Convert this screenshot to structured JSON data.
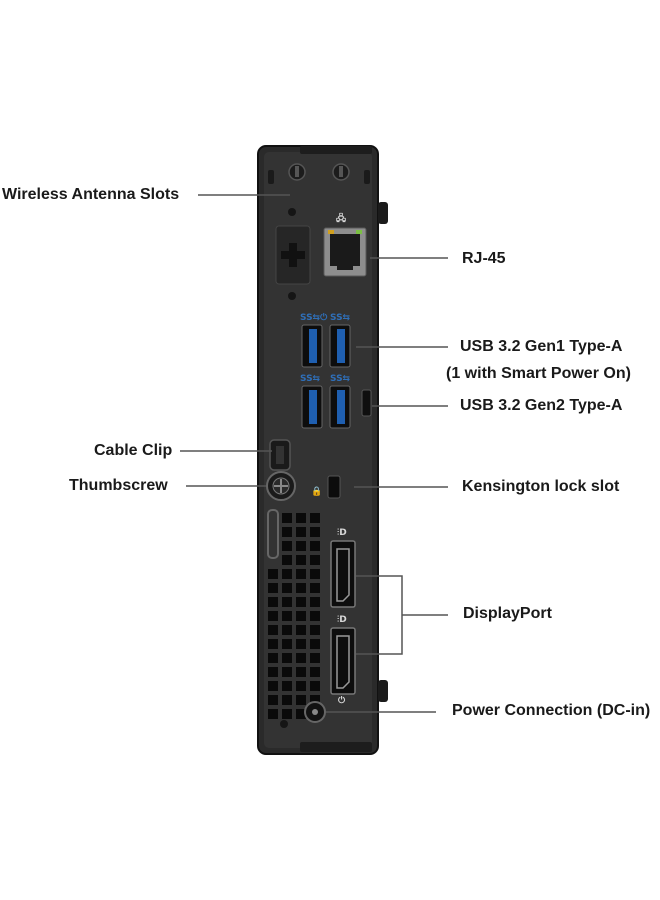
{
  "labels": {
    "wireless_antenna_slots": "Wireless Antenna Slots",
    "rj45": "RJ-45",
    "usb_gen1_line1": "USB 3.2 Gen1 Type-A",
    "usb_gen1_line2": "(1 with Smart Power On)",
    "usb_gen2": "USB 3.2 Gen2 Type-A",
    "cable_clip": "Cable Clip",
    "thumbscrew": "Thumbscrew",
    "kensington_lock_slot": "Kensington lock slot",
    "displayport": "DisplayPort",
    "power_connection": "Power Connection (DC-in)"
  },
  "port_marks": {
    "usb_top_left": "SS⇆⏻",
    "usb_top_right": "SS⇆",
    "usb_bottom_left": "SS⇆",
    "usb_bottom_right": "SS⇆",
    "displayport_mark": "⫶D"
  },
  "colors": {
    "chassis": "#2b2b2b",
    "chassis_edge": "#141414",
    "usb_blue": "#1f5fb0",
    "leader_line": "#555555",
    "label_text": "#1a1a1a"
  }
}
